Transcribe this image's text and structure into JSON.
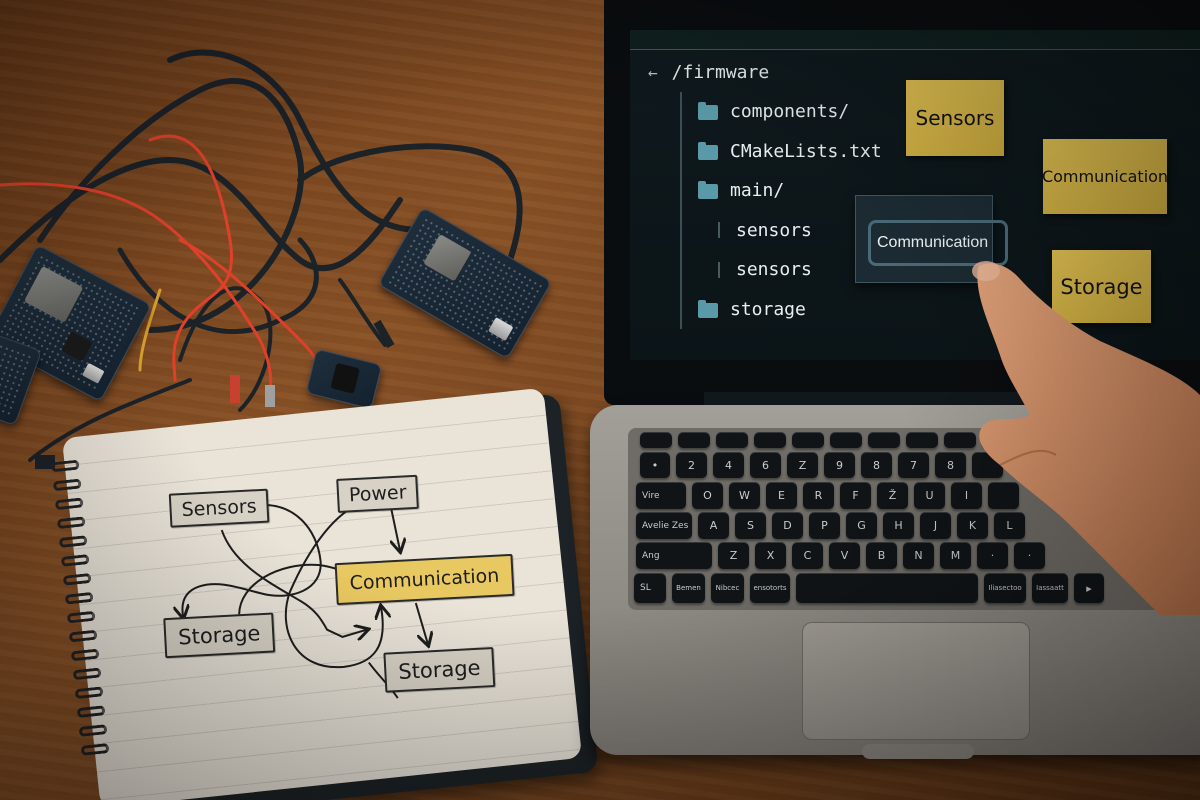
{
  "scene": {
    "description": "Desk with ESP32 dev boards and cables, a spiral notebook with a hand-drawn architecture diagram, and a laptop showing a firmware file tree with sticky notes; a hand drags a Communication card",
    "colors": {
      "desk": "#7a4720",
      "screen_bg": "#0f1a1e",
      "sticky": "#d8b848",
      "folder_icon": "#5a9aa8",
      "notebook_paper": "#e9e3d8",
      "highlight_box": "#e8c860",
      "laptop_body": "#9a9690"
    }
  },
  "screen": {
    "file_tree": {
      "back_icon": "←",
      "path": "/firmware",
      "items": [
        {
          "label": "components/",
          "icon": "folder-icon",
          "type": "folder"
        },
        {
          "label": "CMakeLists.txt",
          "icon": "folder-icon",
          "type": "folder"
        },
        {
          "label": "main/",
          "icon": "folder-icon",
          "type": "folder"
        },
        {
          "label": "sensors",
          "icon": "none",
          "type": "child"
        },
        {
          "label": "sensors",
          "icon": "none",
          "type": "child"
        },
        {
          "label": "storage",
          "icon": "folder-icon",
          "type": "folder"
        }
      ]
    },
    "sticky_notes": [
      {
        "label": "Sensors"
      },
      {
        "label": "Communication"
      },
      {
        "label": "Storage"
      }
    ],
    "dragged_card": {
      "label": "Communication"
    }
  },
  "notebook": {
    "diagram": {
      "boxes": [
        {
          "label": "Sensors"
        },
        {
          "label": "Power"
        },
        {
          "label": "Communication",
          "highlighted": true
        },
        {
          "label": "Storage"
        },
        {
          "label": "Storage"
        }
      ]
    }
  },
  "keyboard": {
    "rows": [
      [
        "",
        "",
        "",
        "",
        "",
        "",
        "",
        "",
        "",
        "",
        ""
      ],
      [
        "•",
        "2",
        "4",
        "6",
        "Z",
        "9",
        "8",
        "7",
        "8",
        "",
        ""
      ],
      [
        "Vire",
        "O",
        "W",
        "E",
        "R",
        "F",
        "Ž",
        "U",
        "I",
        "",
        ""
      ],
      [
        "Avelie Zes",
        "A",
        "S",
        "D",
        "P",
        "G",
        "H",
        "J",
        "K",
        "L",
        ""
      ],
      [
        "Ang",
        "Z",
        "X",
        "C",
        "V",
        "B",
        "N",
        "M",
        "·",
        "·",
        ""
      ],
      [
        "SL",
        "Bemen",
        "Nibcec",
        "ensotorts",
        "",
        "Iliasectoo",
        "Iassaatt",
        "▸",
        ""
      ]
    ]
  }
}
